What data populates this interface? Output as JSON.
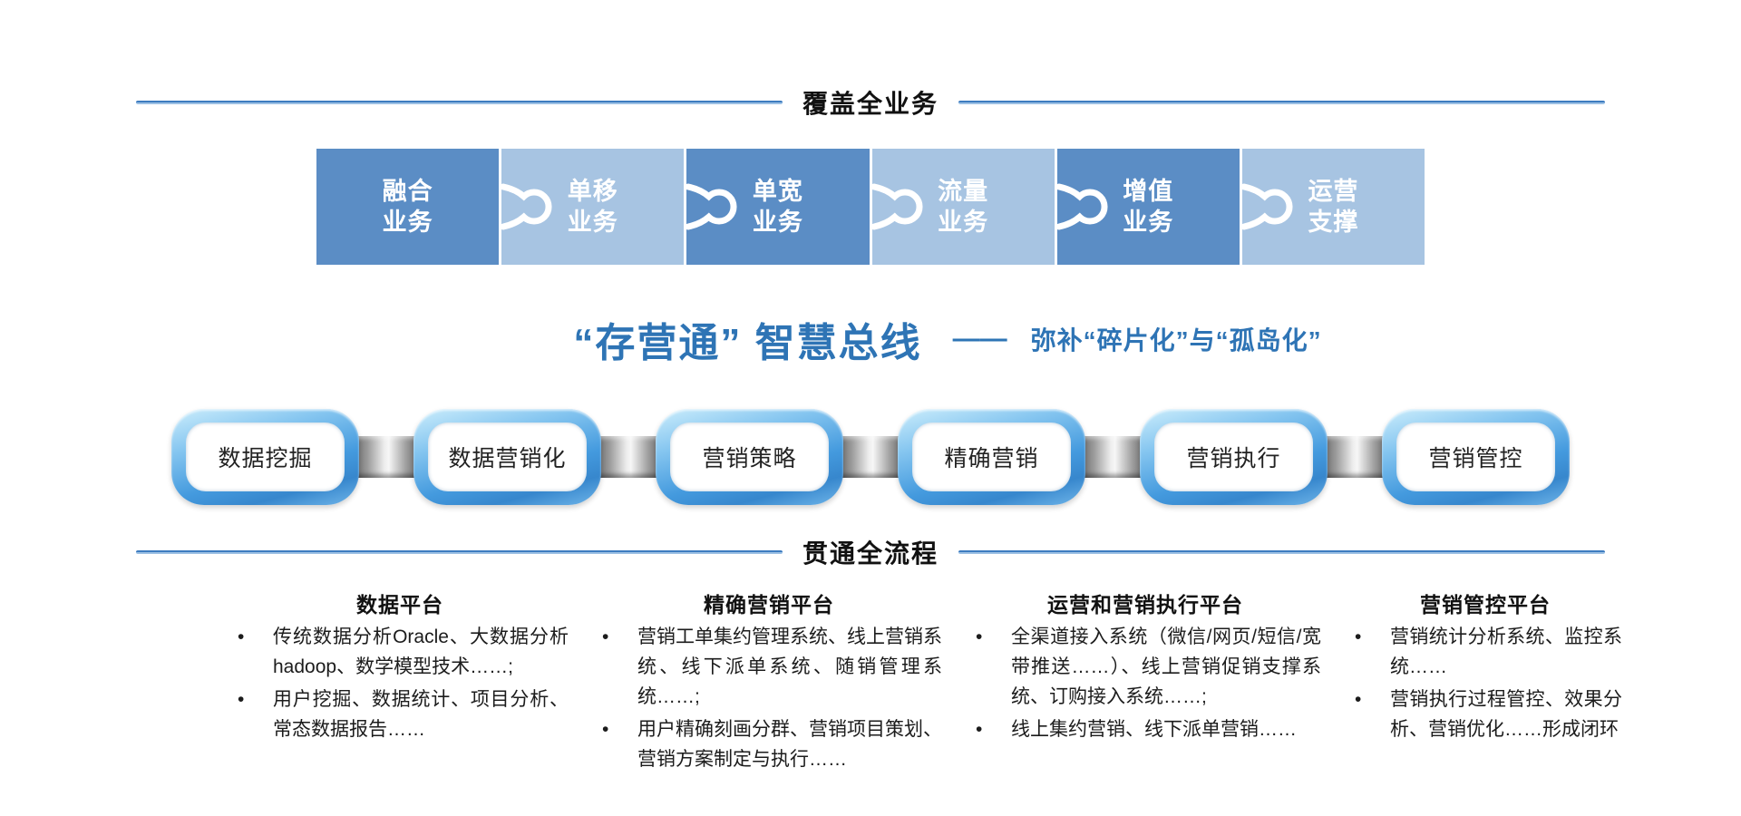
{
  "colors": {
    "puzzle_dark": "#5b8dc5",
    "puzzle_light": "#a7c4e2",
    "divider_line": "#3d7cc0",
    "title_blue": "#2e74b5",
    "chain_blue": "#449ade"
  },
  "sections": {
    "coverage_title": "覆盖全业务",
    "process_title": "贯通全流程"
  },
  "puzzle": {
    "pieces": [
      {
        "label": "融合\n业务"
      },
      {
        "label": "单移\n业务"
      },
      {
        "label": "单宽\n业务"
      },
      {
        "label": "流量\n业务"
      },
      {
        "label": "增值\n业务"
      },
      {
        "label": "运营\n支撑"
      }
    ]
  },
  "bus": {
    "title": "“存营通” 智慧总线",
    "dash": "——",
    "subtitle": "弥补“碎片化”与“孤岛化”"
  },
  "chain": {
    "links": [
      {
        "label": "数据挖掘"
      },
      {
        "label": "数据营销化"
      },
      {
        "label": "营销策略"
      },
      {
        "label": "精确营销"
      },
      {
        "label": "营销执行"
      },
      {
        "label": "营销管控"
      }
    ]
  },
  "platforms": {
    "columns": [
      {
        "title": "数据平台",
        "bullets": [
          "传统数据分析Oracle、大数据分析hadoop、数学模型技术……;",
          "用户挖掘、数据统计、项目分析、常态数据报告……"
        ]
      },
      {
        "title": "精确营销平台",
        "bullets": [
          "营销工单集约管理系统、线上营销系统、线下派单系统、随销管理系统……;",
          "用户精确刻画分群、营销项目策划、营销方案制定与执行……"
        ]
      },
      {
        "title": "运营和营销执行平台",
        "bullets": [
          "全渠道接入系统（微信/网页/短信/宽带推送……）、线上营销促销支撑系统、订购接入系统……;",
          "线上集约营销、线下派单营销……"
        ]
      },
      {
        "title": "营销管控平台",
        "bullets": [
          "营销统计分析系统、监控系统……",
          "营销执行过程管控、效果分析、营销优化……形成闭环"
        ]
      }
    ]
  }
}
